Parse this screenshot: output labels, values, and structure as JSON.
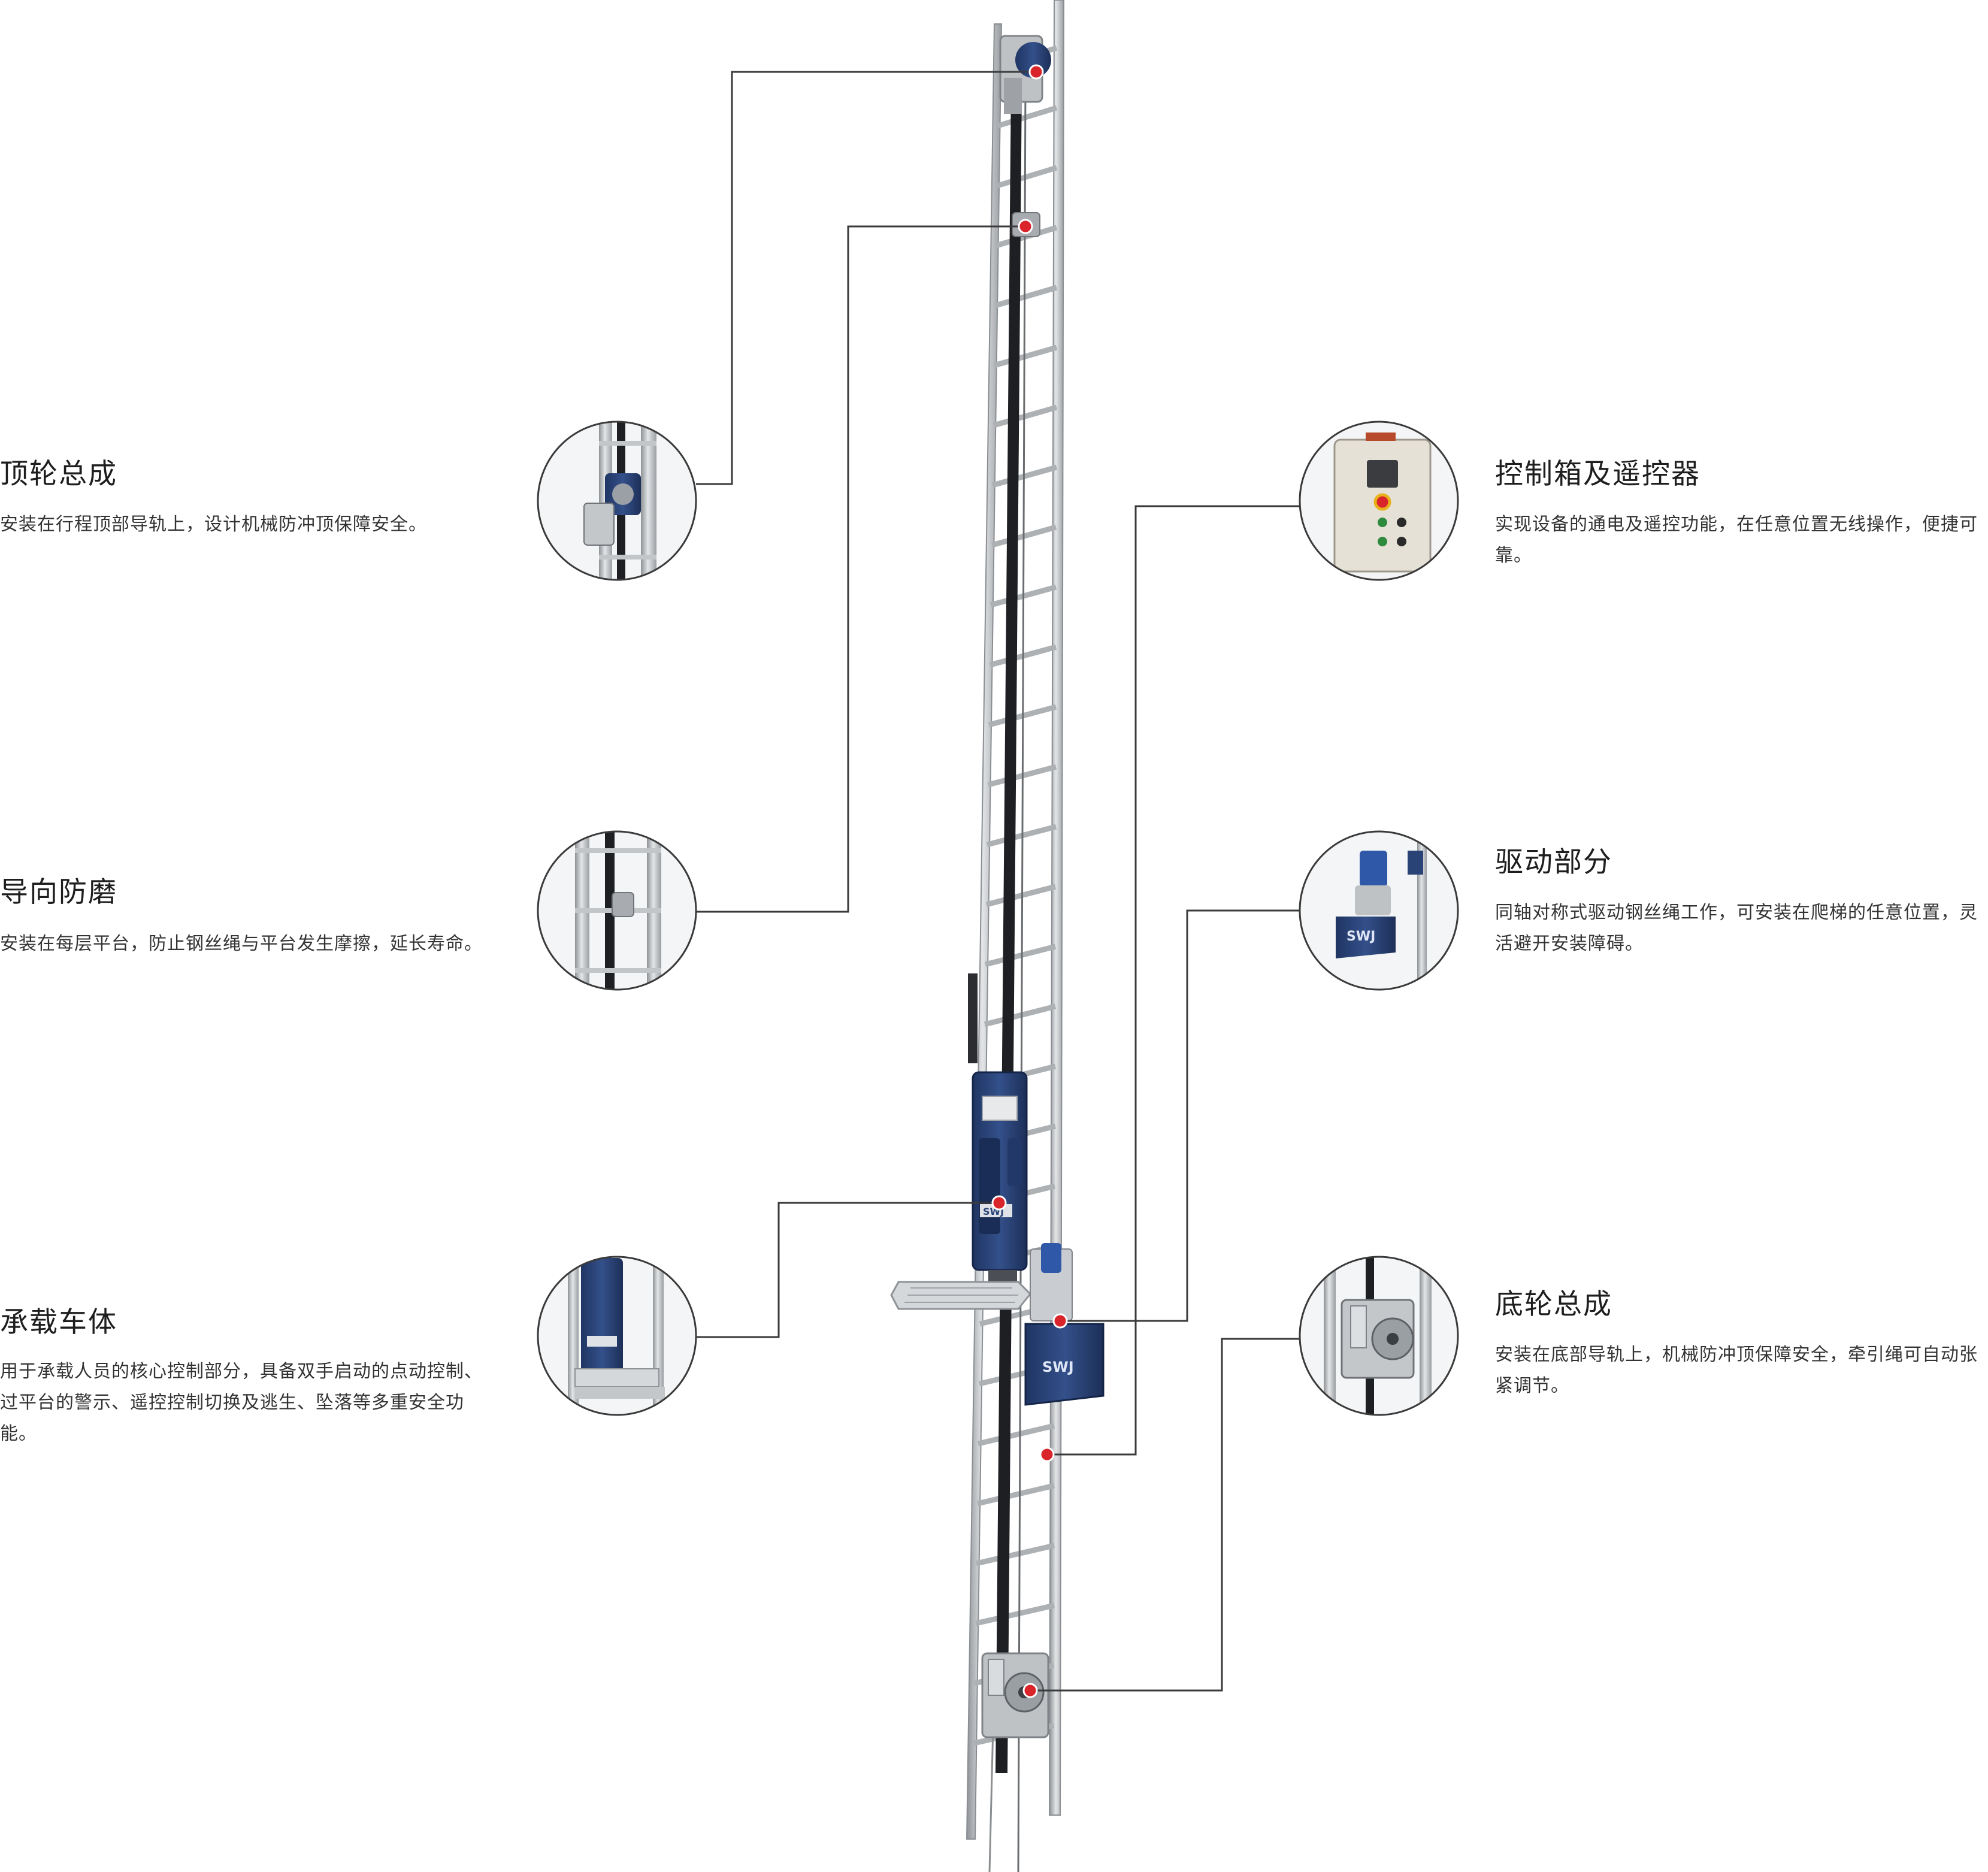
{
  "features": [
    {
      "id": "top-wheel",
      "title": "顶轮总成",
      "desc": "安装在行程顶部导轨上，设计机械防冲顶保障安全。"
    },
    {
      "id": "guide",
      "title": "导向防磨",
      "desc": "安装在每层平台，防止钢丝绳与平台发生摩擦，延长寿命。"
    },
    {
      "id": "carrier",
      "title": "承载车体",
      "desc": "用于承载人员的核心控制部分，具备双手启动的点动控制、过平台的警示、遥控控制切换及逃生、坠落等多重安全功能。"
    },
    {
      "id": "control-box",
      "title": "控制箱及遥控器",
      "desc": "实现设备的通电及遥控功能，在任意位置无线操作，便捷可靠。"
    },
    {
      "id": "drive",
      "title": "驱动部分",
      "desc": "同轴对称式驱动钢丝绳工作，可安装在爬梯的任意位置，灵活避开安装障碍。"
    },
    {
      "id": "bottom-wheel",
      "title": "底轮总成",
      "desc": "安装在底部导轨上，机械防冲顶保障安全，牵引绳可自动张紧调节。"
    }
  ],
  "colors": {
    "accent": "#d8242a",
    "machine_blue": "#2a4377",
    "rail_gray": "#b9bcbf",
    "leader_line": "#3a3a3a"
  },
  "brand_mark": "SWJ"
}
